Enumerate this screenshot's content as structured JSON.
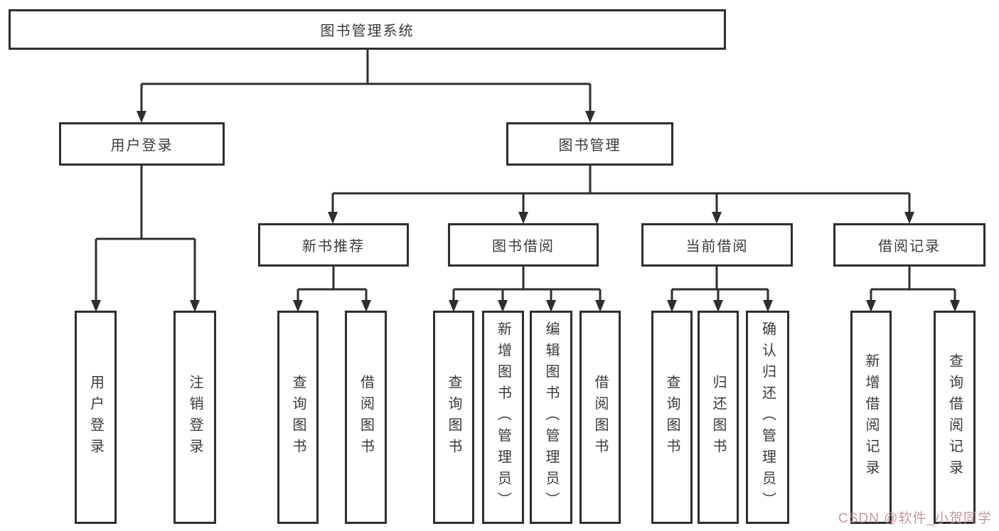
{
  "diagram_title": "图书管理系统",
  "colors": {
    "line": "#2e2e2e",
    "node_text": "#3a3a3a",
    "node_border": "#2e2e2e",
    "watermark": "#bb8f8f",
    "background": "#ffffff"
  },
  "tree": {
    "root": {
      "label": "图书管理系统"
    },
    "branches": [
      {
        "label": "用户登录",
        "children": [
          {
            "label": "用户登录"
          },
          {
            "label": "注销登录"
          }
        ]
      },
      {
        "label": "图书管理",
        "children": [
          {
            "label": "新书推荐",
            "children": [
              {
                "label": "查询图书"
              },
              {
                "label": "借阅图书"
              }
            ]
          },
          {
            "label": "图书借阅",
            "children": [
              {
                "label": "查询图书"
              },
              {
                "label": "新增图书（管理员）"
              },
              {
                "label": "编辑图书（管理员）"
              },
              {
                "label": "借阅图书"
              }
            ]
          },
          {
            "label": "当前借阅",
            "children": [
              {
                "label": "查询图书"
              },
              {
                "label": "归还图书"
              },
              {
                "label": "确认归还（管理员）"
              }
            ]
          },
          {
            "label": "借阅记录",
            "children": [
              {
                "label": "新增借阅记录"
              },
              {
                "label": "查询借阅记录"
              }
            ]
          }
        ]
      }
    ]
  },
  "watermark": {
    "text": "CSDN @软件_小贺同学"
  }
}
